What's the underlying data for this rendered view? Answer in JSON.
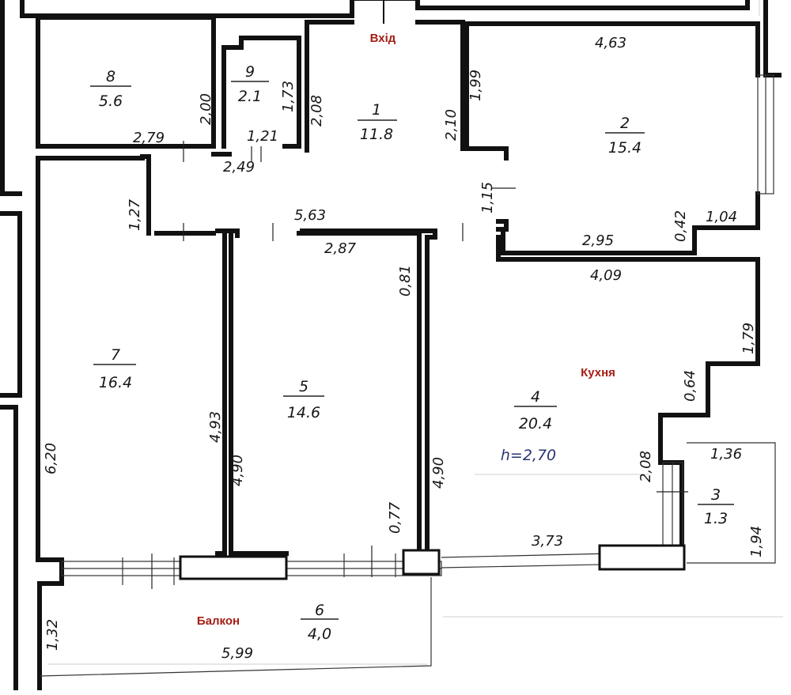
{
  "labels": {
    "entrance": "Вхід",
    "kitchen": "Кухня",
    "balcony": "Балкон",
    "height": "h=2,70"
  },
  "rooms": [
    {
      "num": "1",
      "area": "11.8"
    },
    {
      "num": "2",
      "area": "15.4"
    },
    {
      "num": "3",
      "area": "1.3"
    },
    {
      "num": "4",
      "area": "20.4"
    },
    {
      "num": "5",
      "area": "14.6"
    },
    {
      "num": "6",
      "area": "4,0"
    },
    {
      "num": "7",
      "area": "16.4"
    },
    {
      "num": "8",
      "area": "5.6"
    },
    {
      "num": "9",
      "area": "2.1"
    }
  ],
  "dims": [
    "4,63",
    "1,99",
    "2,10",
    "2,08",
    "1,73",
    "2,00",
    "2,79",
    "1,21",
    "2,49",
    "1,15",
    "0,42",
    "1,04",
    "2,95",
    "1,27",
    "5,63",
    "2,87",
    "0,81",
    "4,09",
    "1,79",
    "0,64",
    "6,20",
    "4,93",
    "4,90",
    "4,90",
    "2,08",
    "1,36",
    "0,77",
    "3,73",
    "1,94",
    "1,32",
    "5,99"
  ]
}
